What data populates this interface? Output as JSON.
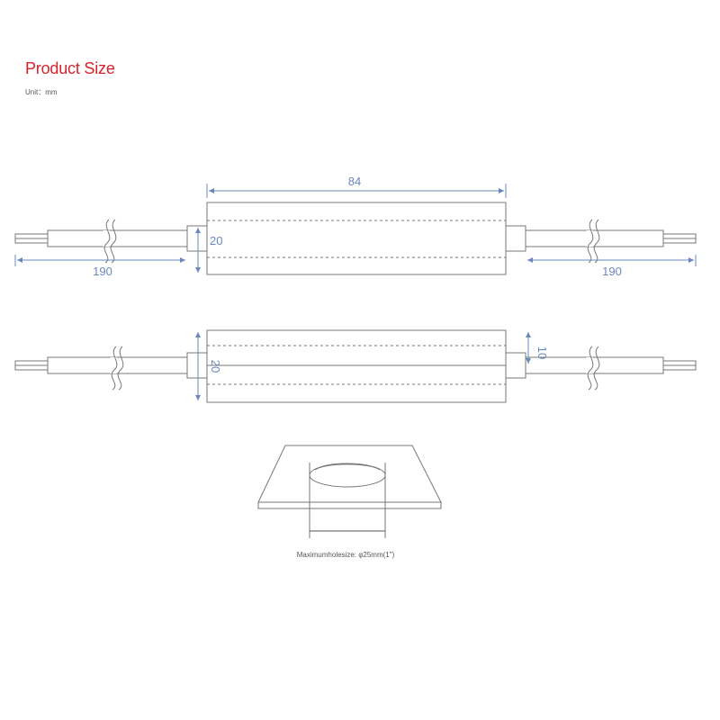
{
  "header": {
    "title": "Product Size",
    "unit": "Unit：mm"
  },
  "dimensions": {
    "body_length": "84",
    "body_height": "20",
    "lead_left": "190",
    "lead_right": "190",
    "side_height": "20",
    "side_offset": "10"
  },
  "mounting": {
    "caption": "Maximumholesize: φ25mm(1\")"
  },
  "colors": {
    "title": "#d8232a",
    "dimension": "#6a87bd",
    "outline": "#777777"
  }
}
